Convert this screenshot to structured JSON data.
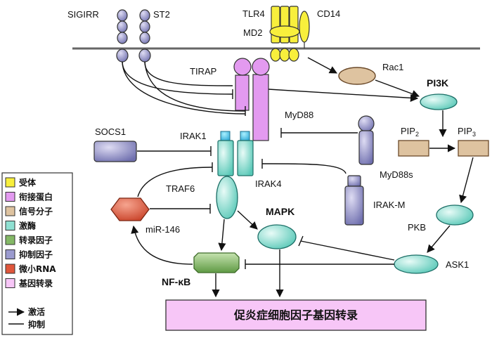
{
  "colors": {
    "receptor": "#f8ef3c",
    "adaptor": "#e39af0",
    "signal": "#dec3a0",
    "kinase": "#8fe0d2",
    "tf": "#84b866",
    "inhibitor": "#9b9bcf",
    "mirna": "#e0563b",
    "gene": "#f7c6f7"
  },
  "labels": {
    "sigirr": "SIGIRR",
    "st2": "ST2",
    "tlr4": "TLR4",
    "cd14": "CD14",
    "md2": "MD2",
    "tirap": "TIRAP",
    "rac1": "Rac1",
    "pi3k": "PI3K",
    "myd88": "MyD88",
    "socs1": "SOCS1",
    "irak1": "IRAK1",
    "pip2_base": "PIP",
    "pip2_sub": "2",
    "pip3_base": "PIP",
    "pip3_sub": "3",
    "myd88s": "MyD88s",
    "traf6": "TRAF6",
    "irak4": "IRAK4",
    "irakm": "IRAK-M",
    "mapk": "MAPK",
    "mir146": "miR-146",
    "pkb": "PKB",
    "ask1": "ASK1",
    "nfkb": "NF-κB",
    "gene_box": "促炎症细胞因子基因转录"
  },
  "legend": {
    "items": [
      {
        "label": "受体",
        "color": "#f8ef3c",
        "shape": "square"
      },
      {
        "label": "衔接蛋白",
        "color": "#e39af0",
        "shape": "square"
      },
      {
        "label": "信号分子",
        "color": "#dec3a0",
        "shape": "square"
      },
      {
        "label": "激酶",
        "color": "#8fe0d2",
        "shape": "square"
      },
      {
        "label": "转录因子",
        "color": "#84b866",
        "shape": "square"
      },
      {
        "label": "抑制因子",
        "color": "#9b9bcf",
        "shape": "square"
      },
      {
        "label": "微小RNA",
        "color": "#e0563b",
        "shape": "square"
      },
      {
        "label": "基因转录",
        "color": "#f7c6f7",
        "shape": "square"
      }
    ],
    "activate_label": "激活",
    "inhibit_label": "抑制"
  }
}
